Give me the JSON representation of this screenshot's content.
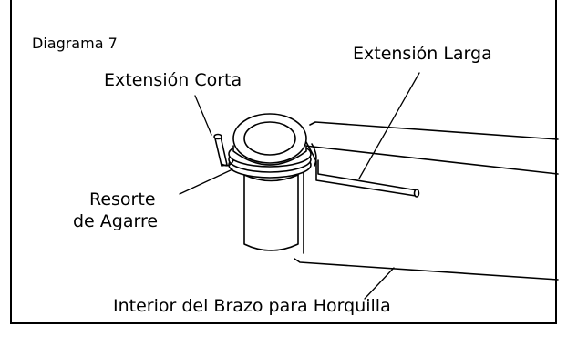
{
  "diagram": {
    "title": "Diagrama 7",
    "labels": {
      "short_extension": "Extensión Corta",
      "long_extension": "Extensión Larga",
      "grip_spring_line1": "Resorte",
      "grip_spring_line2": "de Agarre",
      "fork_arm_interior": "Interior del Brazo para Horquilla"
    }
  }
}
